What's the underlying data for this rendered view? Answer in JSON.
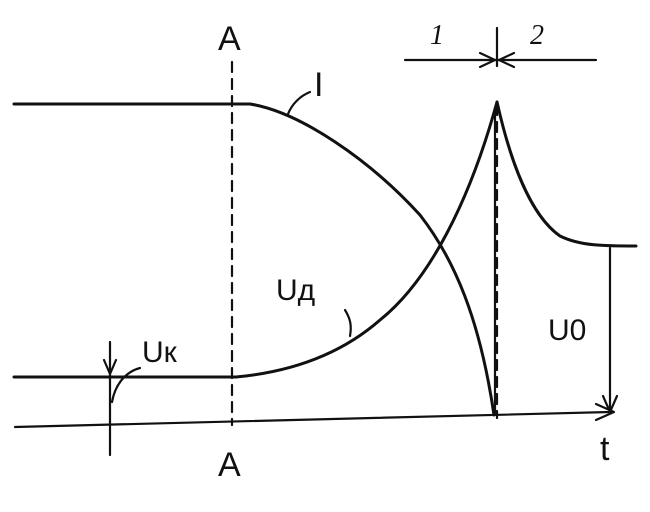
{
  "labels": {
    "section_top": "A",
    "section_bottom": "A",
    "current": "I",
    "diode_voltage": "Uд",
    "knee_voltage": "Uк",
    "steady_voltage": "U0",
    "time_axis": "t",
    "phase_1": "1",
    "phase_2": "2"
  },
  "colors": {
    "ink": "#111111",
    "background": "#ffffff"
  }
}
